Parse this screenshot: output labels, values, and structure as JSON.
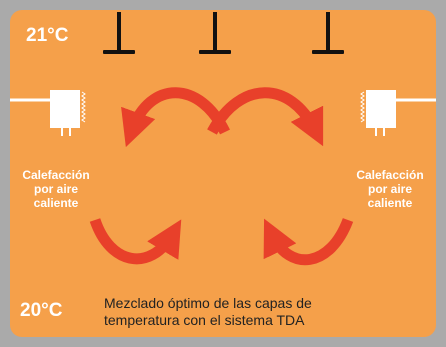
{
  "temperatures": {
    "top": "21°C",
    "bottom": "20°C"
  },
  "heaters": {
    "left": {
      "lines": [
        "Calefacción",
        "por aire",
        "caliente"
      ]
    },
    "right": {
      "lines": [
        "Calefacción",
        "por aire",
        "caliente"
      ]
    }
  },
  "caption": {
    "lines": [
      "Mezclado óptimo de las capas de",
      "temperatura con el sistema TDA"
    ]
  },
  "colors": {
    "background": "#f5a04a",
    "frame": "#aaaaaa",
    "arrow": "#e8402a",
    "destratifier": "#111111",
    "heater": "#ffffff",
    "text_light": "#ffffff",
    "text_dark": "#222222"
  },
  "icons": [
    "destratifier-fan-icon",
    "air-heater-icon",
    "airflow-arrow-icon"
  ]
}
